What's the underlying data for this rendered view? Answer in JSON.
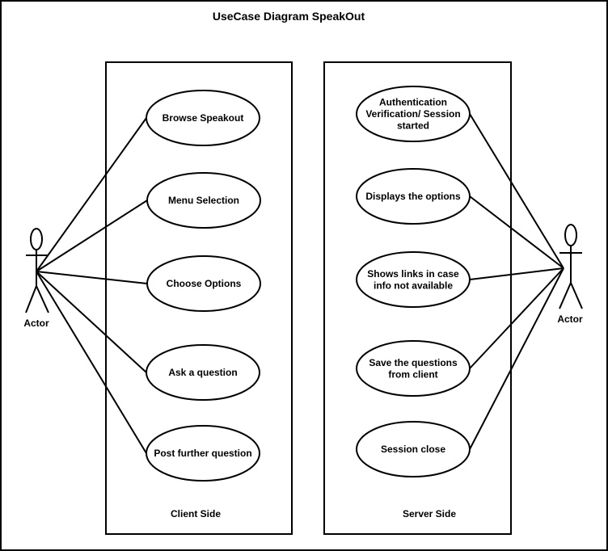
{
  "diagram": {
    "title": "UseCase Diagram SpeakOut",
    "left_actor": {
      "label": "Actor"
    },
    "right_actor": {
      "label": "Actor"
    },
    "client_system": {
      "label": "Client Side",
      "use_cases": [
        {
          "lines": [
            "Browse Speakout"
          ]
        },
        {
          "lines": [
            "Menu Selection"
          ]
        },
        {
          "lines": [
            "Choose Options"
          ]
        },
        {
          "lines": [
            "Ask a question"
          ]
        },
        {
          "lines": [
            "Post further question"
          ]
        }
      ]
    },
    "server_system": {
      "label": "Server Side",
      "use_cases": [
        {
          "lines": [
            "Authentication",
            "Verification/ Session",
            "started"
          ]
        },
        {
          "lines": [
            "Displays the options"
          ]
        },
        {
          "lines": [
            "Shows links in case",
            "info not available"
          ]
        },
        {
          "lines": [
            "Save the questions",
            "from client"
          ]
        },
        {
          "lines": [
            "Session close"
          ]
        }
      ]
    }
  }
}
